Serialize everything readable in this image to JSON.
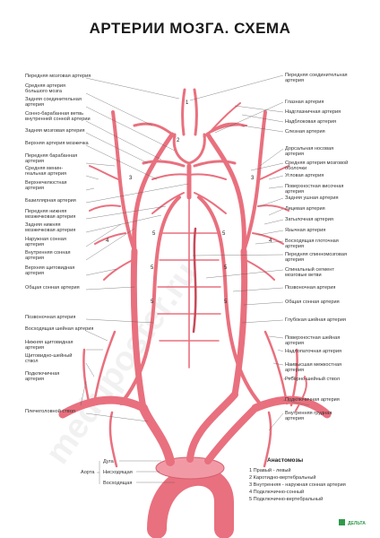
{
  "title": "АРТЕРИИ МОЗГА. СХЕМА",
  "left_labels": [
    {
      "id": "l1",
      "lines": [
        "Передняя мозговая артерия"
      ]
    },
    {
      "id": "l2",
      "lines": [
        "Средняя артерия",
        "большого мозга"
      ]
    },
    {
      "id": "l3",
      "lines": [
        "Задняя соединительная",
        "артерия"
      ]
    },
    {
      "id": "l4",
      "lines": [
        "Сонно-барабанная ветвь",
        "внутренней сонной артерии"
      ]
    },
    {
      "id": "l5",
      "lines": [
        "Задняя мозговая артерия"
      ]
    },
    {
      "id": "l6",
      "lines": [
        "Верхняя артерия мозжечка"
      ]
    },
    {
      "id": "l7",
      "lines": [
        "Передняя барабанная",
        "артерия"
      ]
    },
    {
      "id": "l8",
      "lines": [
        "Средняя менин-",
        "геальная артерия"
      ]
    },
    {
      "id": "l9",
      "lines": [
        "Верхнечелюстная",
        "артерия"
      ]
    },
    {
      "id": "l10",
      "lines": [
        "Базиллярная артерия"
      ]
    },
    {
      "id": "l11",
      "lines": [
        "Передняя нижняя",
        "мозжечковая артерия"
      ]
    },
    {
      "id": "l12",
      "lines": [
        "Задняя нижняя",
        "мозжечковая артерия"
      ]
    },
    {
      "id": "l13",
      "lines": [
        "Наружная сонная",
        "артерия"
      ]
    },
    {
      "id": "l14",
      "lines": [
        "Внутренняя сонная",
        "артерия"
      ]
    },
    {
      "id": "l15",
      "lines": [
        "Верхняя щитовидная",
        "артерия"
      ]
    },
    {
      "id": "l16",
      "lines": [
        "Общая сонная артерия"
      ]
    },
    {
      "id": "l17",
      "lines": [
        "Позвоночная артерия"
      ]
    },
    {
      "id": "l18",
      "lines": [
        "Восходящая шейная артерия"
      ]
    },
    {
      "id": "l19",
      "lines": [
        "Нижняя щитовидная",
        "артерия"
      ]
    },
    {
      "id": "l20",
      "lines": [
        "Щитовидно-шейный",
        "ствол"
      ]
    },
    {
      "id": "l21",
      "lines": [
        "Подключичная",
        "артерия"
      ]
    },
    {
      "id": "l22",
      "lines": [
        "Плечеголовной ствол"
      ]
    }
  ],
  "right_labels": [
    {
      "id": "r1",
      "lines": [
        "Передняя соединительная",
        "артерия"
      ]
    },
    {
      "id": "r2",
      "lines": [
        "Глазная артерия"
      ]
    },
    {
      "id": "r3",
      "lines": [
        "Надглазничная артерия"
      ]
    },
    {
      "id": "r4",
      "lines": [
        "Надблоковая артерия"
      ]
    },
    {
      "id": "r5",
      "lines": [
        "Слезная артерия"
      ]
    },
    {
      "id": "r6",
      "lines": [
        "Дорсальная носовая",
        "артерия"
      ]
    },
    {
      "id": "r7",
      "lines": [
        "Средняя артерия мозговой",
        "оболочки"
      ]
    },
    {
      "id": "r8",
      "lines": [
        "Угловая артерия"
      ]
    },
    {
      "id": "r9",
      "lines": [
        "Поверхностная височная",
        "артерия"
      ]
    },
    {
      "id": "r10",
      "lines": [
        "Задняя ушная артерия"
      ]
    },
    {
      "id": "r11",
      "lines": [
        "Лицевая артерия"
      ]
    },
    {
      "id": "r12",
      "lines": [
        "Затылочная артерия"
      ]
    },
    {
      "id": "r13",
      "lines": [
        "Язычная артерия"
      ]
    },
    {
      "id": "r14",
      "lines": [
        "Восходящая глоточная",
        "артерия"
      ]
    },
    {
      "id": "r15",
      "lines": [
        "Передняя спинномозговая",
        "артерия"
      ]
    },
    {
      "id": "r16",
      "lines": [
        "Спинальный сегмент",
        "мозговые ветви"
      ]
    },
    {
      "id": "r17",
      "lines": [
        "Позвоночная артерия"
      ]
    },
    {
      "id": "r18",
      "lines": [
        "Общая сонная артерия"
      ]
    },
    {
      "id": "r19",
      "lines": [
        "Глубокая шейная артерия"
      ]
    },
    {
      "id": "r20",
      "lines": [
        "Поверхностная шейная",
        "артерия"
      ]
    },
    {
      "id": "r21",
      "lines": [
        "Надлопаточная артерия"
      ]
    },
    {
      "id": "r22",
      "lines": [
        "Наивысшая межкостная",
        "артерия"
      ]
    },
    {
      "id": "r23",
      "lines": [
        "Реберно-шейный ствол"
      ]
    },
    {
      "id": "r24",
      "lines": [
        "Подключичная артерия"
      ]
    },
    {
      "id": "r25",
      "lines": [
        "Внутренняя грудная",
        "артерия"
      ]
    }
  ],
  "aorta": {
    "label": "Аорта",
    "parts": [
      "Дуга",
      "Нисходящая",
      "Восходящая"
    ]
  },
  "legend": {
    "title": "Анастомозы",
    "items": [
      "1  Правый - левый",
      "2  Каротидно-вертебральный",
      "3  Внутренняя - наружная сонная артерия",
      "4  Подключично-сонный",
      "5  Подключично-вертебральный"
    ]
  },
  "numbers": [
    "1",
    "2",
    "3",
    "3",
    "4",
    "4",
    "5",
    "5",
    "5",
    "5",
    "5",
    "5"
  ],
  "watermark": "meduposter.ru",
  "publisher": "ДЕЛЬТА"
}
